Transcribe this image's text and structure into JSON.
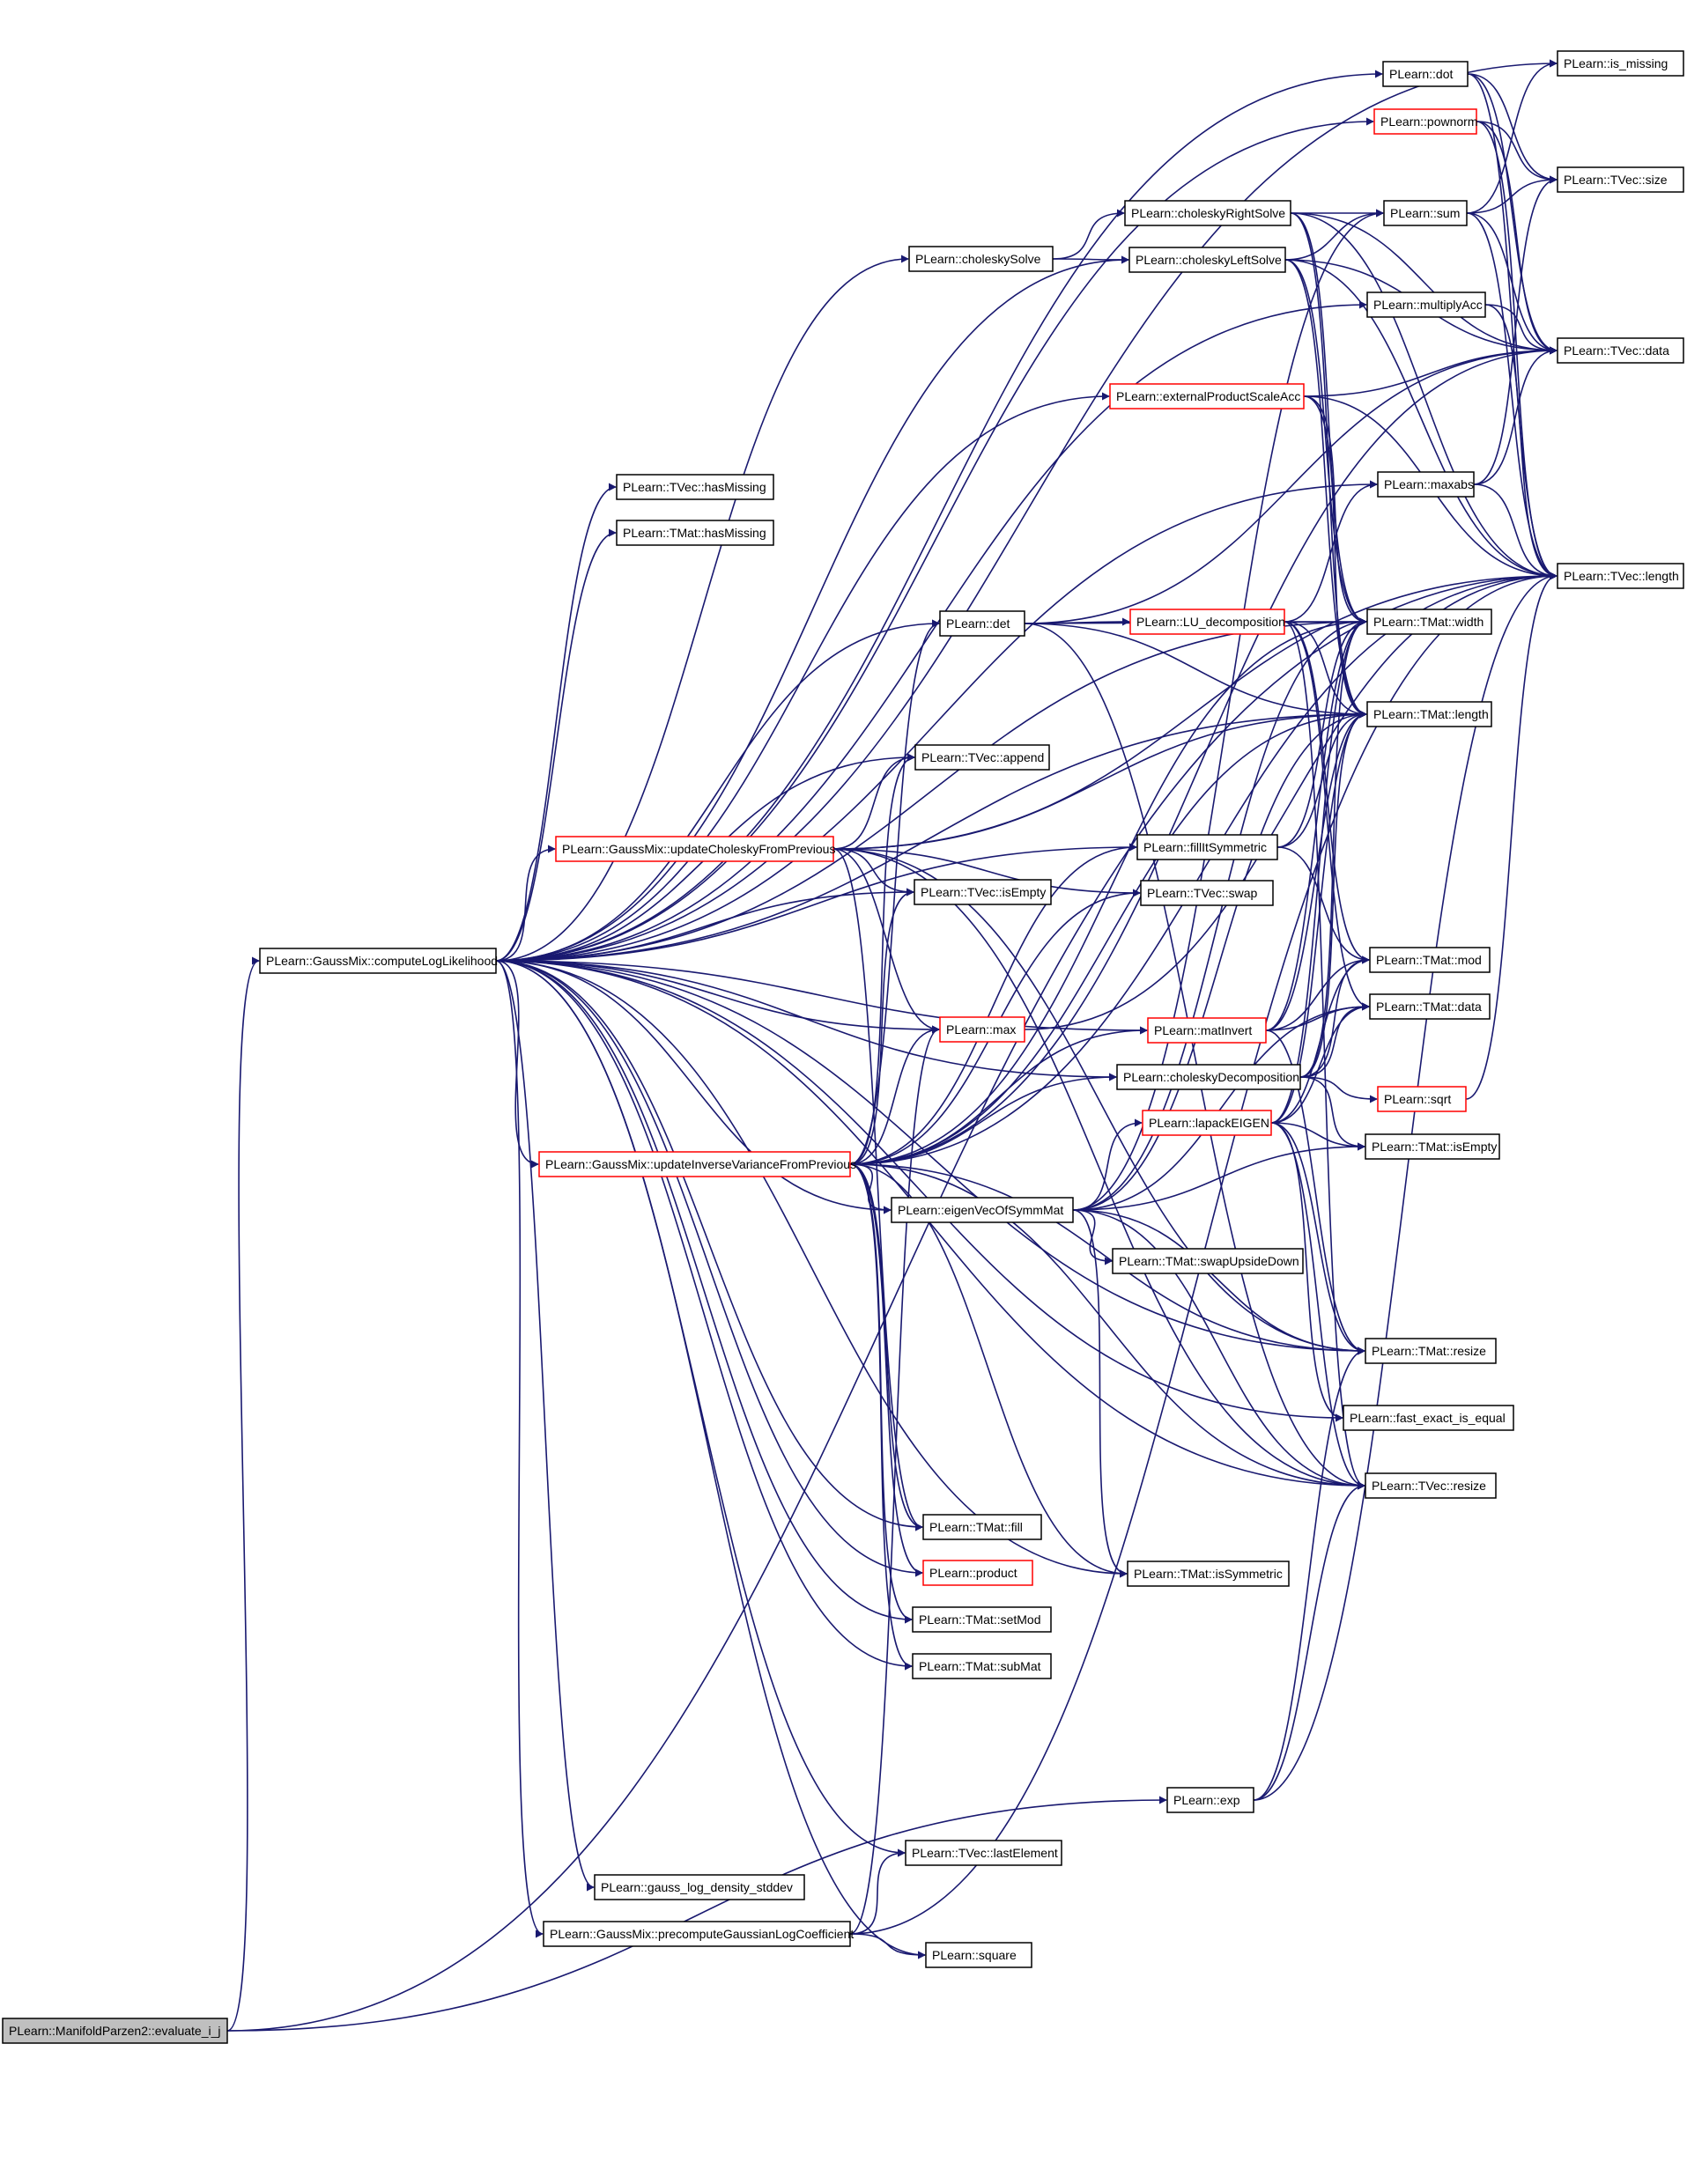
{
  "colors": {
    "edge": "#191970",
    "red_border": "#ff0000",
    "root_fill": "#bfbfbf"
  },
  "nodes": {
    "evaluate": "PLearn::ManifoldParzen2::evaluate_i_j",
    "computeLL": "PLearn::GaussMix::computeLogLikelihood",
    "updChol": "PLearn::GaussMix::updateCholeskyFromPrevious",
    "updInvVar": "PLearn::GaussMix::updateInverseVarianceFromPrevious",
    "precompute": "PLearn::GaussMix::precomputeGaussianLogCoefficient",
    "gaussLog": "PLearn::gauss_log_density_stddev",
    "tvecHasMissing": "PLearn::TVec::hasMissing",
    "tmatHasMissing": "PLearn::TMat::hasMissing",
    "cholSolve": "PLearn::choleskySolve",
    "det": "PLearn::det",
    "append": "PLearn::TVec::append",
    "tvecIsEmpty": "PLearn::TVec::isEmpty",
    "max": "PLearn::max",
    "eigenVec": "PLearn::eigenVecOfSymmMat",
    "fill": "PLearn::TMat::fill",
    "product": "PLearn::product",
    "setMod": "PLearn::TMat::setMod",
    "subMat": "PLearn::TMat::subMat",
    "lastElement": "PLearn::TVec::lastElement",
    "square": "PLearn::square",
    "cholRight": "PLearn::choleskyRightSolve",
    "cholLeft": "PLearn::choleskyLeftSolve",
    "extProd": "PLearn::externalProductScaleAcc",
    "fillSym": "PLearn::fillItSymmetric",
    "tvecSwap": "PLearn::TVec::swap",
    "matInvert": "PLearn::matInvert",
    "cholDec": "PLearn::choleskyDecomposition",
    "lapack": "PLearn::lapackEIGEN",
    "swapUD": "PLearn::TMat::swapUpsideDown",
    "isSym": "PLearn::TMat::isSymmetric",
    "exp": "PLearn::exp",
    "dot": "PLearn::dot",
    "pownorm": "PLearn::pownorm",
    "sum": "PLearn::sum",
    "multAcc": "PLearn::multiplyAcc",
    "maxabs": "PLearn::maxabs",
    "lu": "PLearn::LU_decomposition",
    "tmatWidth": "PLearn::TMat::width",
    "tmatLength": "PLearn::TMat::length",
    "tmatMod": "PLearn::TMat::mod",
    "tmatData": "PLearn::TMat::data",
    "sqrt": "PLearn::sqrt",
    "tmatIsEmpty": "PLearn::TMat::isEmpty",
    "tmatResize": "PLearn::TMat::resize",
    "fastEq": "PLearn::fast_exact_is_equal",
    "tvecResize": "PLearn::TVec::resize",
    "isMissing": "PLearn::is_missing",
    "tvecSize": "PLearn::TVec::size",
    "tvecData": "PLearn::TVec::data",
    "tvecLength": "PLearn::TVec::length"
  }
}
